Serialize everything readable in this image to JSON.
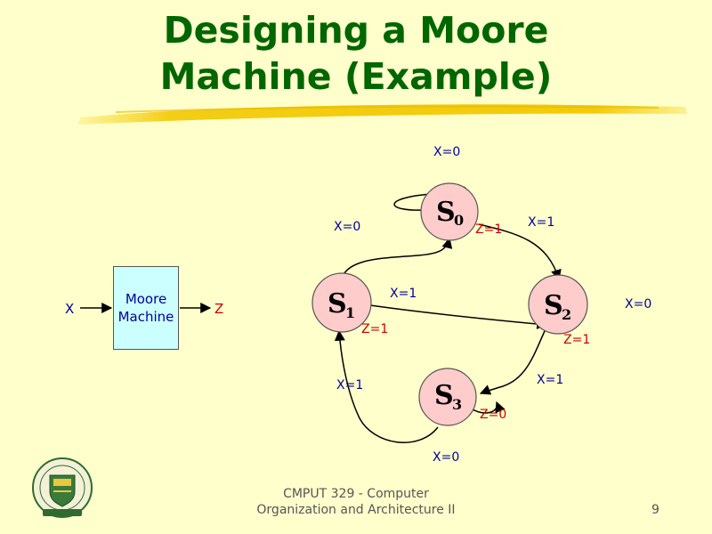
{
  "title": {
    "line1": "Designing a Moore",
    "line2": "Machine (Example)"
  },
  "block": {
    "input": "X",
    "output": "Z",
    "line1": "Moore",
    "line2": "Machine"
  },
  "states": [
    {
      "name": "S",
      "sub": "0",
      "output": "Z=1"
    },
    {
      "name": "S",
      "sub": "1",
      "output": "Z=1"
    },
    {
      "name": "S",
      "sub": "2",
      "output": "Z=1"
    },
    {
      "name": "S",
      "sub": "3",
      "output": "Z=0"
    }
  ],
  "transitions": {
    "s0_self": "X=0",
    "s1_to_s0": "X=0",
    "s0_to_s2": "X=1",
    "s1_to_s2": "X=1",
    "s2_self": "X=0",
    "s2_to_s3": "X=1",
    "s3_to_s1": "X=1",
    "s3_self": "X=0"
  },
  "footer": {
    "line1": "CMPUT 329 - Computer",
    "line2": "Organization and Architecture II",
    "page": "9"
  },
  "colors": {
    "title": "#006600",
    "background": "#FFFFCC",
    "state_fill": "#FFCCCC",
    "block_fill": "#CCFFFF",
    "input_label": "#000099",
    "output_label": "#CC0000"
  }
}
